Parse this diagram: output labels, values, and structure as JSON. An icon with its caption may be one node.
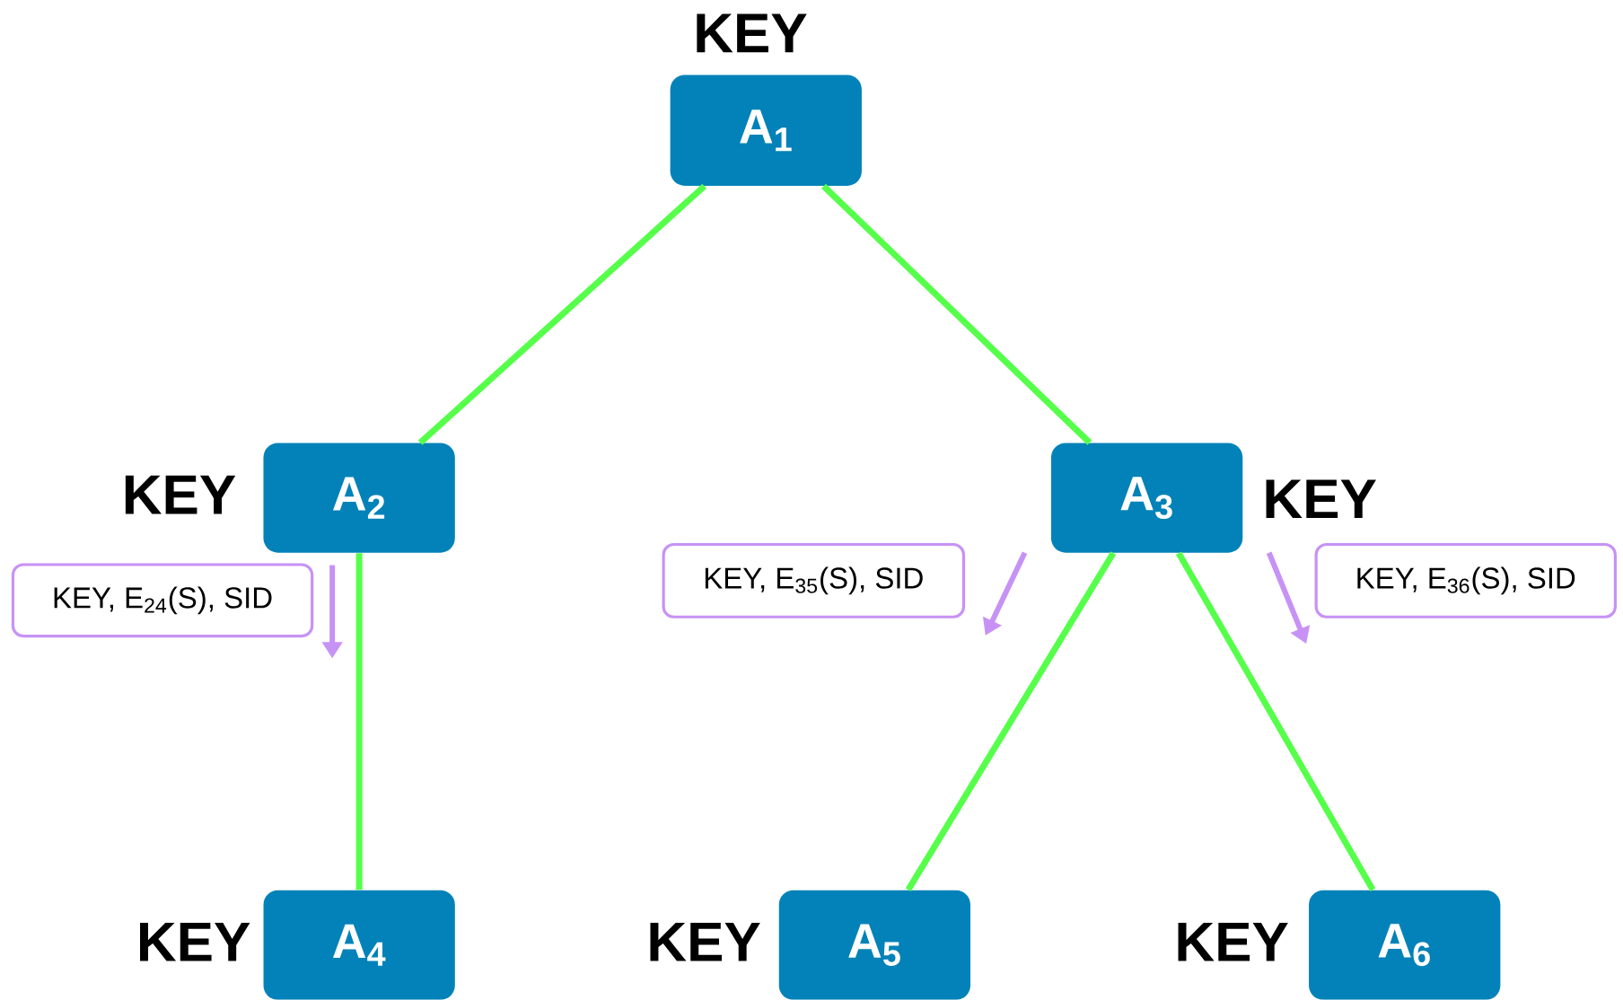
{
  "diagram": {
    "nodes": [
      {
        "text": [
          "A$_{1}$"
        ],
        "beside": [
          "KEY"
        ]
      },
      {
        "text": [
          "A$_{2}$"
        ],
        "beside": [
          "KEY"
        ]
      },
      {
        "text": [
          "A$_{3}$"
        ],
        "beside": [
          "KEY"
        ]
      },
      {
        "text": [
          "A$_{4}$"
        ],
        "beside": [
          "KEY"
        ]
      },
      {
        "text": [
          "A$_{5}$"
        ],
        "beside": [
          "KEY"
        ]
      },
      {
        "text": [
          "A$_{6}$"
        ],
        "beside": [
          "KEY"
        ]
      },
      {
        "text": [
          "KEY, E$_{24}$(S), SID"
        ]
      },
      {
        "text": [
          "KEY, E$_{35}$(S), SID"
        ]
      },
      {
        "text": [
          "KEY, E$_{36}$(S), SID"
        ]
      }
    ],
    "edges": [
      {
        "from": 0,
        "to": 1,
        "arrow": "none"
      },
      {
        "from": 0,
        "to": 2,
        "arrow": "none"
      },
      {
        "from": 1,
        "to": 3,
        "arrow": "none"
      },
      {
        "from": 2,
        "to": 4,
        "arrow": "none"
      },
      {
        "from": 2,
        "to": 5,
        "arrow": "none"
      }
    ]
  }
}
